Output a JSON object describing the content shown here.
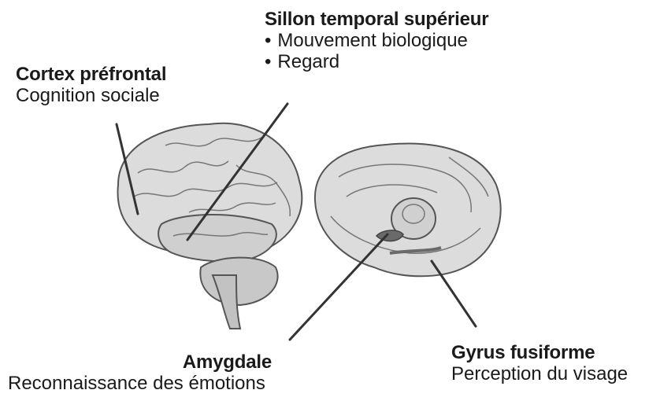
{
  "labels": {
    "cortex": {
      "title": "Cortex préfrontal",
      "sub": "Cognition sociale"
    },
    "sillon": {
      "title": "Sillon temporal supérieur",
      "bullets": [
        "Mouvement biologique",
        "Regard"
      ]
    },
    "amygdale": {
      "title": "Amygdale",
      "sub": "Reconnaissance des émotions"
    },
    "gyrus": {
      "title": "Gyrus fusiforme",
      "sub": "Perception du visage"
    }
  },
  "colors": {
    "brain_fill": "#dcdcdc",
    "brain_stroke": "#555555",
    "leader": "#333333",
    "text": "#1a1a1a",
    "highlight": "#6a6a6a"
  }
}
